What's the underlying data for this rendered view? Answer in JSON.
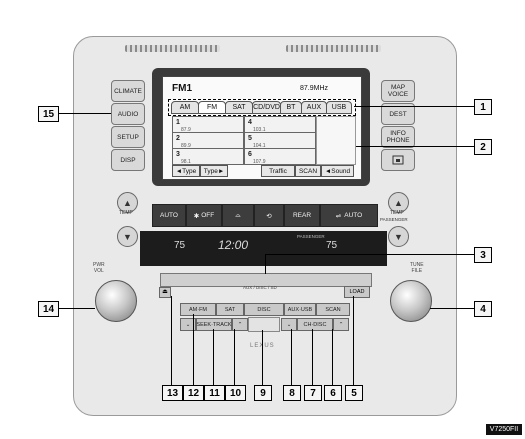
{
  "side_buttons_left": [
    "CLIMATE",
    "AUDIO",
    "SETUP",
    "DISP"
  ],
  "side_buttons_right": [
    "MAP\nVOICE",
    "DEST",
    "INFO\nPHONE"
  ],
  "screen": {
    "mode": "FM1",
    "frequency": "87.9MHz",
    "tabs": [
      "AM",
      "FM",
      "SAT",
      "CD/DVD",
      "BT",
      "AUX",
      "USB"
    ],
    "presets": [
      {
        "num": "1",
        "freq": "87.9"
      },
      {
        "num": "2",
        "freq": "89.9"
      },
      {
        "num": "3",
        "freq": "98.1"
      },
      {
        "num": "4",
        "freq": "103.1"
      },
      {
        "num": "5",
        "freq": "104.1"
      },
      {
        "num": "6",
        "freq": "107.9"
      }
    ],
    "bottom_buttons": [
      "◄Type",
      "Type►",
      "Traffic",
      "SCAN",
      "◄Sound"
    ]
  },
  "climate": {
    "temp_left_label": "TEMP",
    "temp_right_label": "TEMP",
    "passenger_label": "PASSENGER",
    "buttons": [
      "AUTO",
      "OFF",
      "REAR",
      "AUTO"
    ],
    "display_left_temp": "75",
    "display_clock": "12:00",
    "display_right_temp": "75",
    "display_passenger": "PASSENGER"
  },
  "audio": {
    "slot_label": "AUX / DISC / SD",
    "pwr_vol_label": "PWR\nVOL",
    "tune_file_label": "TUNE\nFILE",
    "load_label": "LOAD",
    "row1": [
      "AM·FM",
      "SAT",
      "DISC",
      "AUX·USB",
      "SCAN"
    ],
    "row2": [
      "SEEK·TRACK",
      "CH·DISC"
    ],
    "brand": "LEXUS"
  },
  "callouts": [
    "1",
    "2",
    "3",
    "4",
    "5",
    "6",
    "7",
    "8",
    "9",
    "10",
    "11",
    "12",
    "13",
    "14",
    "15"
  ],
  "figure_code": "V7250FII"
}
